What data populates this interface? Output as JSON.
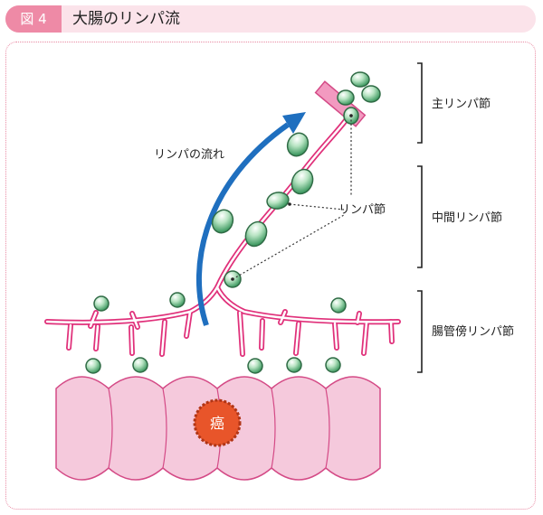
{
  "figure": {
    "number": "図 4",
    "title": "大腸のリンパ流"
  },
  "labels": {
    "flow": "リンパの流れ",
    "node": "リンパ節",
    "cancer": "癌"
  },
  "brackets": {
    "main": "主リンパ節",
    "intermediate": "中間リンパ節",
    "paracolic": "腸管傍リンパ節"
  },
  "colors": {
    "accent": "#ee8aa6",
    "vessel": "#e0307a",
    "node_fill": "#8ed0a0",
    "node_stroke": "#2f6b45",
    "arrow": "#1f6fbf",
    "colon": "#f5c9dc",
    "cancer": "#e8552a"
  }
}
